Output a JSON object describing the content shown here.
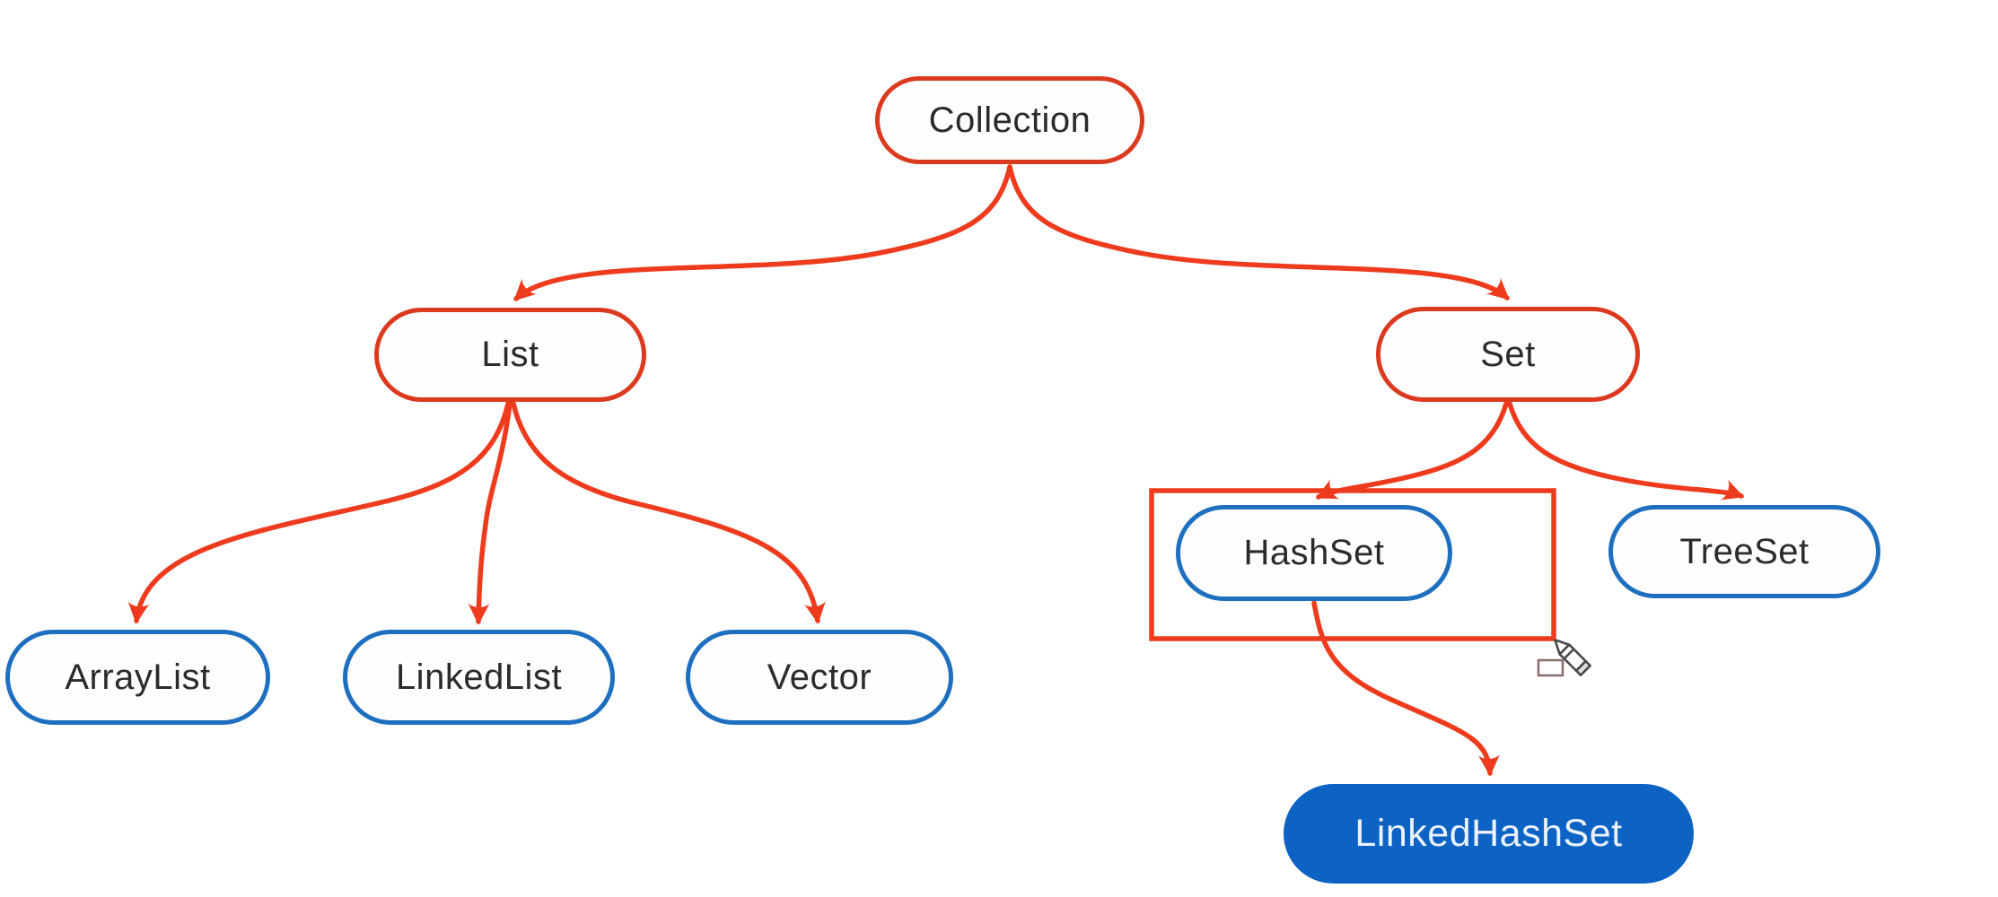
{
  "diagram": {
    "nodes": {
      "collection": {
        "label": "Collection",
        "style": "red-outline"
      },
      "list": {
        "label": "List",
        "style": "red-outline"
      },
      "set": {
        "label": "Set",
        "style": "red-outline"
      },
      "arraylist": {
        "label": "ArrayList",
        "style": "blue-outline"
      },
      "linkedlist": {
        "label": "LinkedList",
        "style": "blue-outline"
      },
      "vector": {
        "label": "Vector",
        "style": "blue-outline"
      },
      "hashset": {
        "label": "HashSet",
        "style": "blue-outline"
      },
      "treeset": {
        "label": "TreeSet",
        "style": "blue-outline"
      },
      "linkedhashset": {
        "label": "LinkedHashSet",
        "style": "blue-filled"
      }
    },
    "edges": [
      {
        "from": "Collection",
        "to": "List"
      },
      {
        "from": "Collection",
        "to": "Set"
      },
      {
        "from": "List",
        "to": "ArrayList"
      },
      {
        "from": "List",
        "to": "LinkedList"
      },
      {
        "from": "List",
        "to": "Vector"
      },
      {
        "from": "Set",
        "to": "HashSet"
      },
      {
        "from": "Set",
        "to": "TreeSet"
      },
      {
        "from": "HashSet",
        "to": "LinkedHashSet"
      }
    ],
    "annotations": {
      "highlight_rectangle": {
        "around": "HashSet",
        "color": "#ee3b1d"
      }
    },
    "colors": {
      "arrow_red": "#ee3b1d",
      "red_node_border": "#dc3a1f",
      "blue_node_border": "#1e6fc0",
      "blue_node_fill": "#0d63c4",
      "node_text": "#2b2b2b",
      "filled_node_text": "#eaf2fc",
      "background": "#ffffff"
    },
    "cursor": {
      "icon": "pencil-cursor"
    }
  }
}
